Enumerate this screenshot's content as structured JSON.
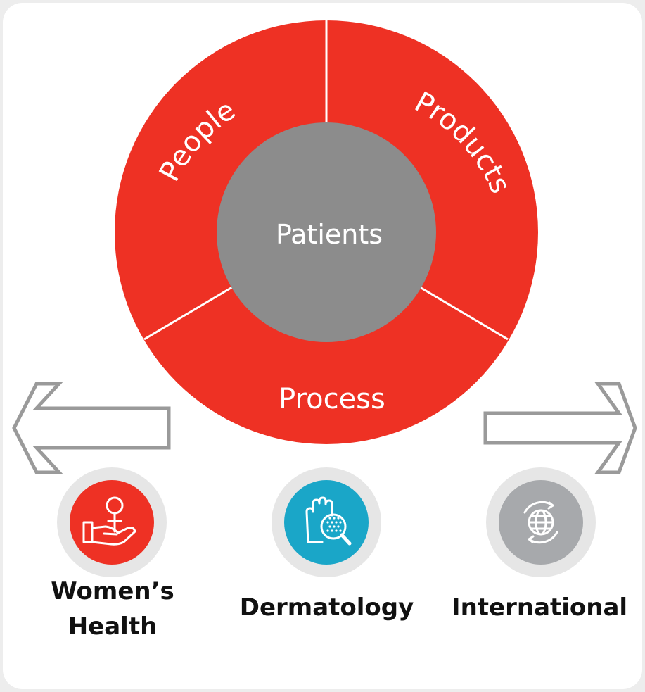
{
  "diagram": {
    "center": {
      "label": "Patients"
    },
    "segments": [
      {
        "label": "People"
      },
      {
        "label": "Products"
      },
      {
        "label": "Process"
      }
    ]
  },
  "divisions": [
    {
      "label_line1": "Women’s",
      "label_line2": "Health",
      "icon": "hand-holding-female-symbol-icon",
      "color": "#ee3124"
    },
    {
      "label": "Dermatology",
      "icon": "glove-magnifier-icon",
      "color": "#1aa6c8"
    },
    {
      "label": "International",
      "icon": "globe-arrows-icon",
      "color": "#a7a9ac"
    }
  ],
  "colors": {
    "ring": "#ee3124",
    "center": "#8c8c8c",
    "badge_outer": "#e6e6e6",
    "arrow_outline": "#9a9a9a"
  }
}
